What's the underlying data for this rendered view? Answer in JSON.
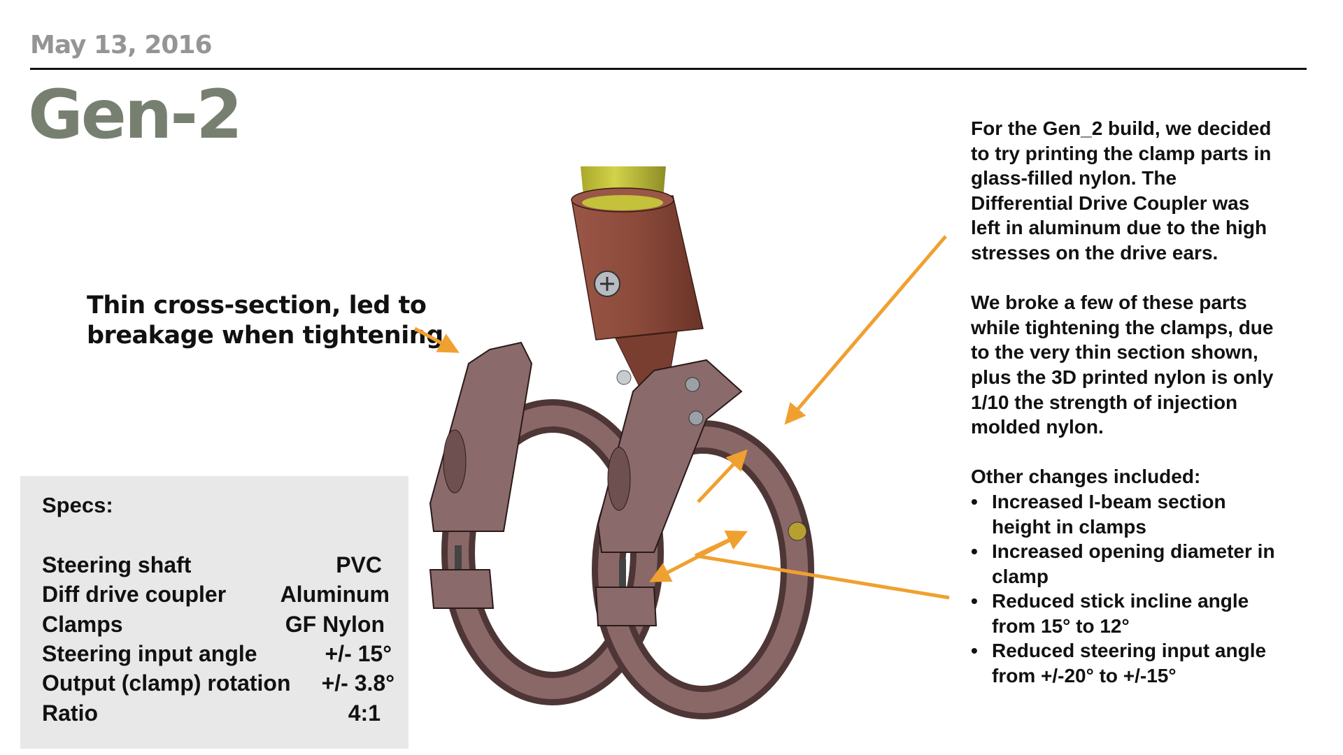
{
  "header": {
    "date": "May 13, 2016",
    "title": "Gen-2"
  },
  "callout": {
    "line1": "Thin cross-section, led to",
    "line2": "breakage when tightening"
  },
  "specs": {
    "heading": "Specs:",
    "rows": [
      {
        "label": "Steering shaft",
        "value": "PVC"
      },
      {
        "label": "Diff drive coupler",
        "value": "Aluminum"
      },
      {
        "label": "Clamps",
        "value": "GF Nylon"
      },
      {
        "label": "Steering input angle",
        "value": "+/- 15°"
      },
      {
        "label": "Output (clamp) rotation",
        "value": "+/- 3.8°"
      },
      {
        "label": "Ratio",
        "value": "4:1"
      }
    ]
  },
  "notes": {
    "p1": [
      "For the Gen_2 build, we decided",
      "to try printing the clamp parts in",
      "glass-filled nylon.  The",
      "Differential Drive Coupler was",
      "left in aluminum due to the high",
      "stresses on the drive ears."
    ],
    "p2": [
      "We broke a few of these parts",
      "while tightening the clamps, due",
      "to the very thin section shown,",
      "plus the 3D printed nylon is only",
      "1/10 the strength of injection",
      "molded nylon."
    ],
    "p3": "Other changes included:",
    "bullets": [
      [
        "Increased I-beam section",
        "height in clamps"
      ],
      [
        "Increased opening diameter in",
        "clamp"
      ],
      [
        "Reduced stick incline angle",
        "from 15° to 12°"
      ],
      [
        "Reduced steering input angle",
        "from +/-20° to +/-15°"
      ]
    ]
  },
  "colors": {
    "title": "#778070",
    "date": "#959595",
    "arrow": "#F0A030",
    "specs_bg": "#e8e8e8",
    "clamp": "#8a6868",
    "coupler": "#8b4a3a",
    "shaft": "#c3c23a"
  }
}
